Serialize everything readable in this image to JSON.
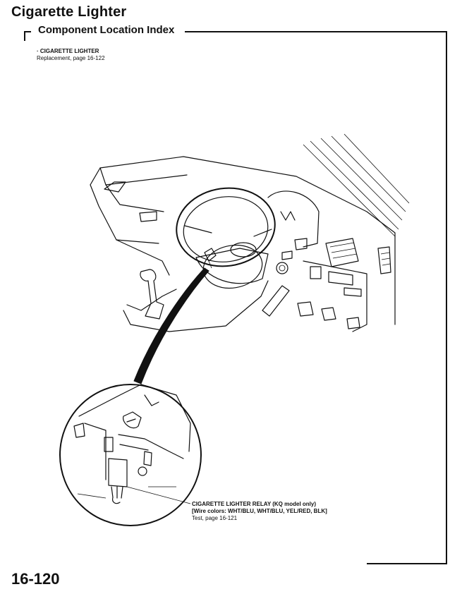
{
  "page": {
    "title": "Cigarette Lighter",
    "section_title": "Component Location Index",
    "page_number": "16-120"
  },
  "notes": {
    "item": "· CIGARETTE LIGHTER",
    "item_ref": "Replacement, page 16-122"
  },
  "callout": {
    "label": "CIGARETTE LIGHTER RELAY (KQ model only)",
    "wire_colors": "[Wire colors: WHT/BLU, WHT/BLU, YEL/RED, BLK]",
    "test_ref": "Test, page 16-121"
  }
}
